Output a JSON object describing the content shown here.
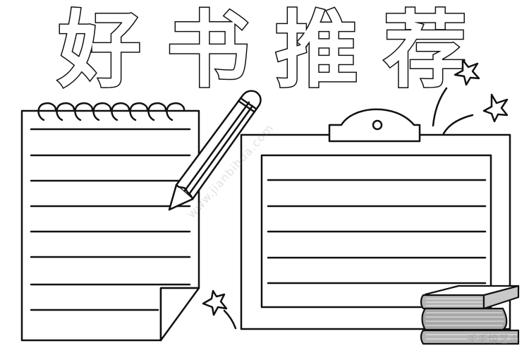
{
  "title": {
    "chars": [
      "好",
      "书",
      "推",
      "荐"
    ],
    "text": "好书推荐"
  },
  "notebook": {
    "spiral_rings": 8,
    "line_count": 8
  },
  "clipboard": {
    "line_count": 5
  },
  "watermarks": {
    "site": "www.jianbihua.com",
    "logo": "千千惊艺®"
  },
  "colors": {
    "ink": "#111111",
    "paper": "#ffffff",
    "book_gray": "#9a9a9a"
  }
}
